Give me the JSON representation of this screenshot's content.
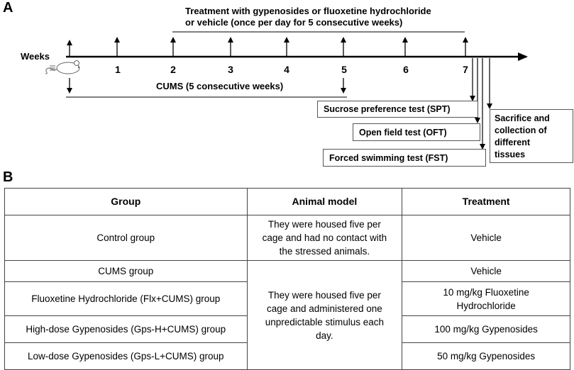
{
  "panel_a": {
    "label": "A",
    "treatment_text_line1": "Treatment with gypenosides or fluoxetine hydrochloride",
    "treatment_text_line2": "or vehicle (once per day for 5 consecutive weeks)",
    "weeks_label": "Weeks",
    "week_numbers": [
      "1",
      "2",
      "3",
      "4",
      "5",
      "6",
      "7"
    ],
    "cums_label": "CUMS (5 consecutive weeks)",
    "tests": {
      "spt": "Sucrose preference test (SPT)",
      "oft": "Open field test (OFT)",
      "fst": "Forced swimming test (FST)"
    },
    "sacrifice": {
      "line1": "Sacrifice and",
      "line2": "collection of",
      "line3": "different",
      "line4": "tissues"
    }
  },
  "panel_b": {
    "label": "B",
    "headers": {
      "group": "Group",
      "animal_model": "Animal model",
      "treatment": "Treatment"
    },
    "rows": [
      {
        "group": "Control group",
        "treatment": "Vehicle"
      },
      {
        "group": "CUMS group",
        "treatment": "Vehicle"
      },
      {
        "group": "Fluoxetine Hydrochloride (Flx+CUMS) group",
        "treatment_line1": "10 mg/kg Fluoxetine",
        "treatment_line2": "Hydrochloride"
      },
      {
        "group": "High-dose Gypenosides (Gps-H+CUMS) group",
        "treatment": "100 mg/kg  Gypenosides"
      },
      {
        "group": "Low-dose Gypenosides (Gps-L+CUMS) group",
        "treatment": "50 mg/kg  Gypenosides"
      }
    ],
    "animal_model_control": {
      "line1": "They were housed five per",
      "line2": "cage and had no contact with",
      "line3": "the stressed animals."
    },
    "animal_model_cums": {
      "line1": "They were housed five per",
      "line2": "cage and administered one",
      "line3": "unpredictable stimulus each",
      "line4": "day."
    }
  }
}
